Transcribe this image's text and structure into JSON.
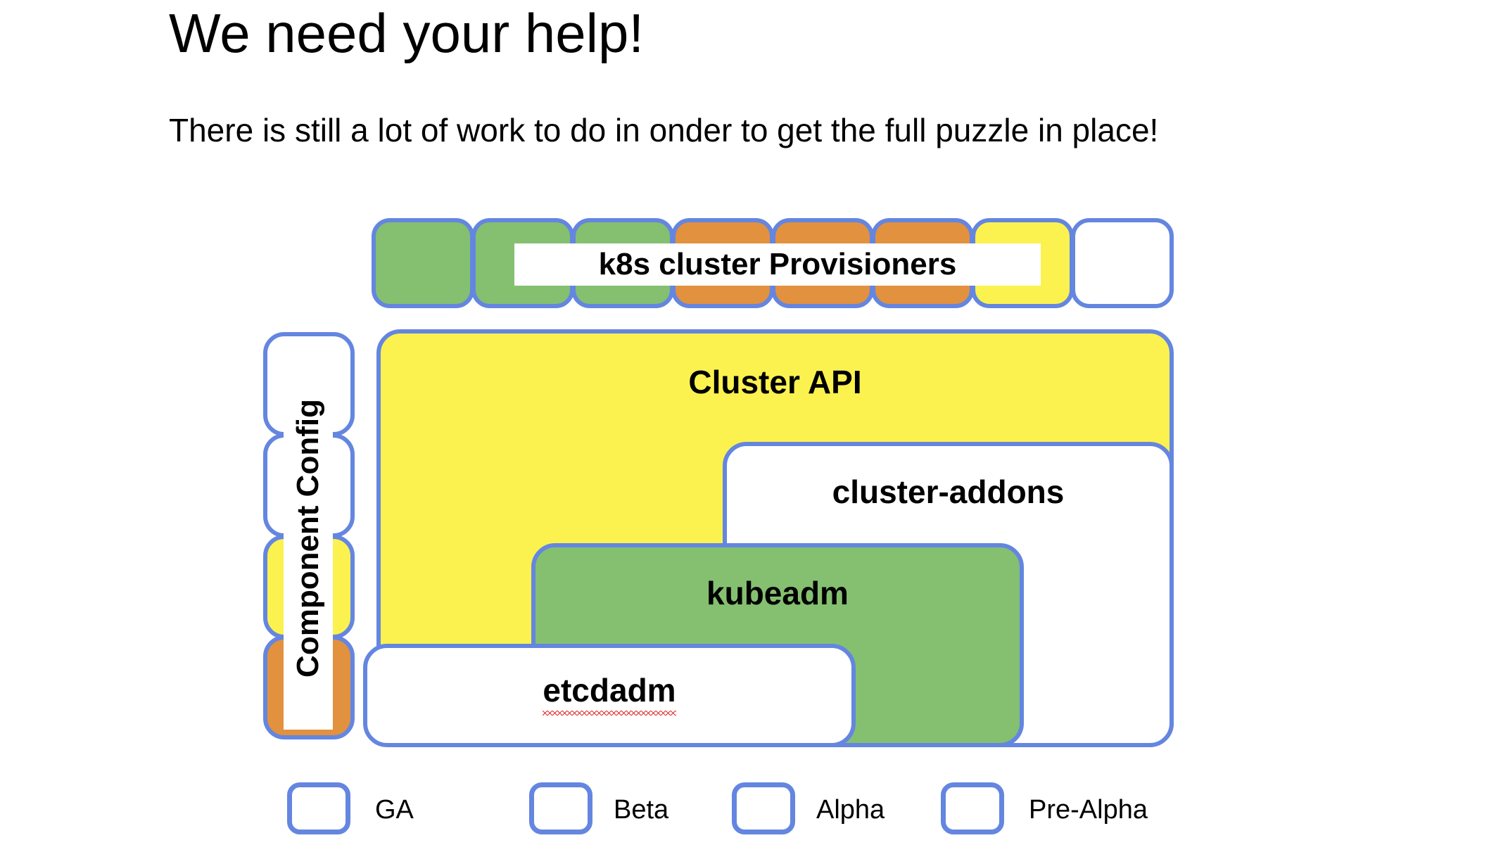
{
  "slide": {
    "title": "We need your help!",
    "subtitle": "There is still a lot of work to do in onder to get the full puzzle in place!"
  },
  "colors": {
    "border": "#6486E0",
    "ga": "#84C070",
    "beta": "#E2913F",
    "alpha": "#FBF24F",
    "prealpha": "#FFFFFF",
    "spellcheck": "#E03030"
  },
  "provisioners": {
    "label": "k8s cluster Provisioners",
    "tiles": [
      {
        "status": "ga"
      },
      {
        "status": "ga"
      },
      {
        "status": "ga"
      },
      {
        "status": "beta"
      },
      {
        "status": "beta"
      },
      {
        "status": "beta"
      },
      {
        "status": "alpha"
      },
      {
        "status": "prealpha"
      }
    ]
  },
  "component_config": {
    "label": "Component Config",
    "tiles": [
      {
        "status": "prealpha"
      },
      {
        "status": "prealpha"
      },
      {
        "status": "alpha"
      },
      {
        "status": "beta"
      }
    ]
  },
  "stack": [
    {
      "label": "Cluster API",
      "status": "alpha"
    },
    {
      "label": "cluster-addons",
      "status": "prealpha"
    },
    {
      "label": "kubeadm",
      "status": "ga"
    },
    {
      "label": "etcdadm",
      "status": "prealpha",
      "spellcheck_underline": true
    }
  ],
  "legend": {
    "items": [
      {
        "label": "GA",
        "status": "ga"
      },
      {
        "label": "Beta",
        "status": "beta"
      },
      {
        "label": "Alpha",
        "status": "alpha"
      },
      {
        "label": "Pre-Alpha",
        "status": "prealpha"
      }
    ]
  }
}
